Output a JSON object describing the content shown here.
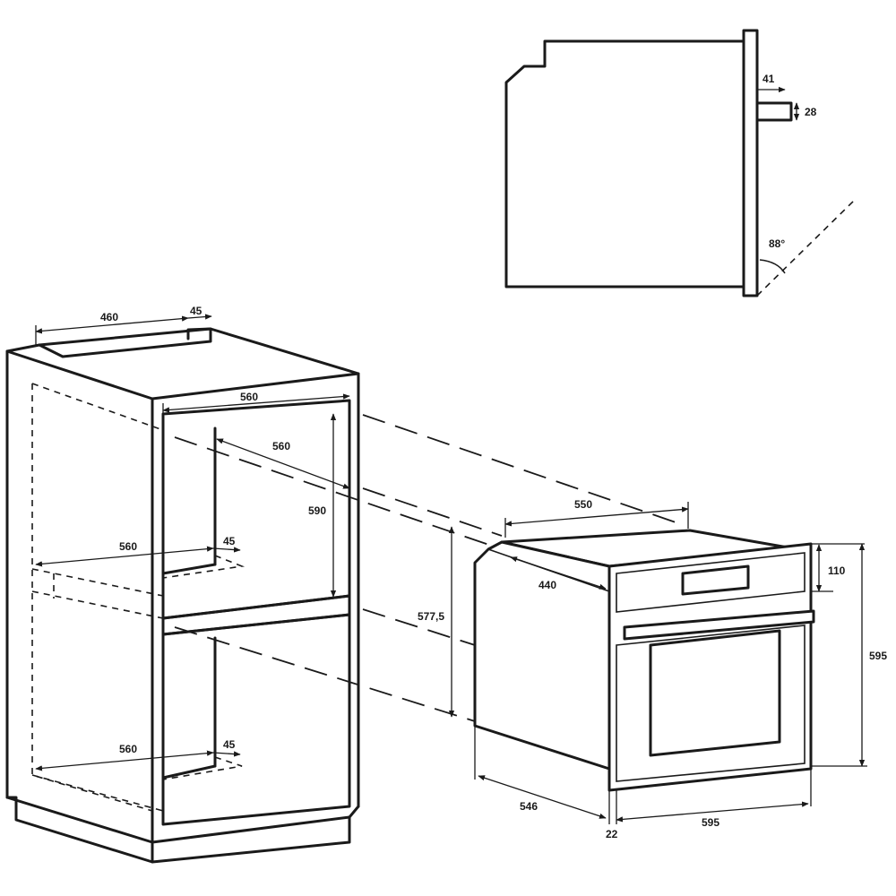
{
  "side_view": {
    "handle_depth": "41",
    "handle_height": "28",
    "door_angle": "88°"
  },
  "cabinet": {
    "top_depth": "460",
    "top_gap": "45",
    "upper_opening_width": "560",
    "upper_opening_depth": "560",
    "upper_opening_height": "590",
    "upper_shelf_depth": "560",
    "upper_shelf_gap": "45",
    "lower_shelf_depth": "560",
    "lower_shelf_gap": "45"
  },
  "oven": {
    "body_height": "577,5",
    "top_width": "550",
    "top_depth": "440",
    "panel_height": "110",
    "front_height": "595",
    "body_depth": "546",
    "front_thickness": "22",
    "front_width": "595"
  }
}
